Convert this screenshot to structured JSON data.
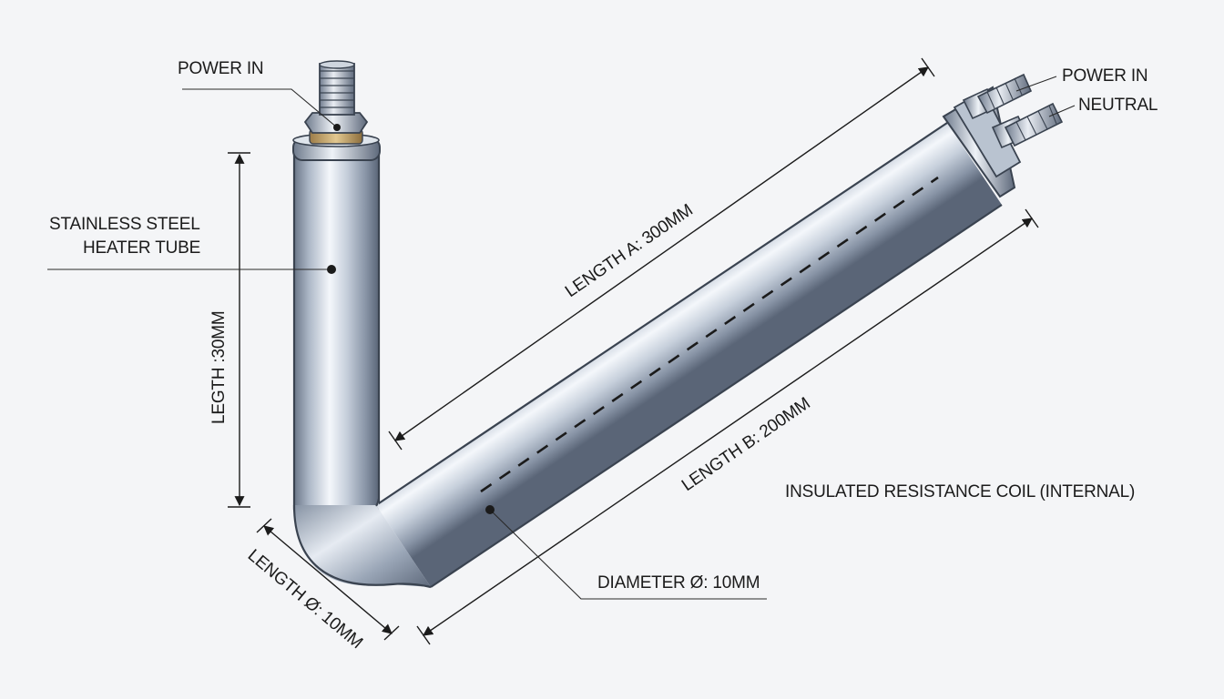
{
  "labels": {
    "power_in_top": "POWER IN",
    "power_in_right": "POWER IN",
    "neutral": "NEUTRAL",
    "tube_line1": "STAINLESS STEEL",
    "tube_line2": "HEATER TUBE",
    "length_vertical": "LEGTH :30MM",
    "length_a": "LENGTH A: 300MM",
    "length_b": "LENGTH B: 200MM",
    "length_bend": "LENGTH Ø: 10MM",
    "diameter": "DIAMETER Ø: 10MM",
    "coil": "INSULATED RESISTANCE COIL (INTERNAL)"
  },
  "colors": {
    "steel_light": "#f2f5fa",
    "steel_mid": "#aab6c6",
    "steel_dark": "#5f6c7e",
    "brass_washer": "#c9a870",
    "ink": "#1b1b1b"
  }
}
